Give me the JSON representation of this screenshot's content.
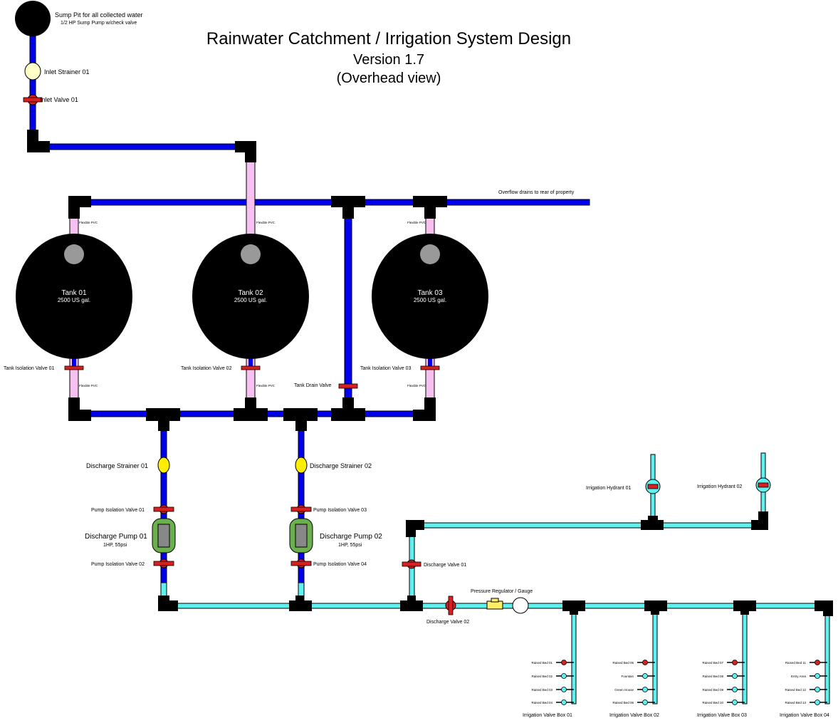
{
  "title": {
    "line1": "Rainwater Catchment / Irrigation System Design",
    "line2": "Version 1.7",
    "line3": "(Overhead view)"
  },
  "colors": {
    "supply_pipe": "#0000ee",
    "flexible_pvc": "#f6c0f0",
    "irrigation_pipe": "#5ff0f0",
    "valve": "#d92020",
    "fitting": "#000000",
    "tank": "#000000",
    "pump": "#6ab04c",
    "strainer": "#ffee00"
  },
  "sump": {
    "label": "Sump Pit for all collected water",
    "sublabel": "1/2 HP Sump Pump w/check valve"
  },
  "inlet_strainer": "Inlet Strainer 01",
  "inlet_valve": "Inlet Valve 01",
  "overflow_label": "Overflow drains to rear of property",
  "flex_pvc_label": "Flexible PVC",
  "tanks": [
    {
      "name": "Tank 01",
      "capacity": "2500 US gal.",
      "valve": "Tank Isolation Valve 01"
    },
    {
      "name": "Tank 02",
      "capacity": "2500 US gal.",
      "valve": "Tank Isolation Valve 02"
    },
    {
      "name": "Tank 03",
      "capacity": "2500 US gal.",
      "valve": "Tank Isolation Valve 03"
    }
  ],
  "tank_drain_valve": "Tank Drain Valve",
  "discharge_strainers": [
    "Discharge Strainer 01",
    "Discharge Strainer 02"
  ],
  "pump_isolation_valves": [
    "Pump Isolation Valve 01",
    "Pump Isolation Valve 02",
    "Pump Isolation Valve 03",
    "Pump Isolation Valve 04"
  ],
  "pumps": [
    {
      "name": "Discharge Pump 01",
      "spec": "1HP, 55psi"
    },
    {
      "name": "Discharge Pump 02",
      "spec": "1HP, 55psi"
    }
  ],
  "discharge_valves": [
    "Discharge Valve 01",
    "Discharge Valve 02"
  ],
  "pressure_regulator": "Pressure Regulator / Gauge",
  "hydrants": [
    "Irrigation Hydrant 01",
    "Irrigation Hydrant 02"
  ],
  "valve_boxes": [
    {
      "name": "Irrigation Valve Box 01",
      "outlets": [
        "Raised Bed 01",
        "Raised Bed 02",
        "Raised Bed 03",
        "Raised Bed 04"
      ]
    },
    {
      "name": "Irrigation Valve Box 02",
      "outlets": [
        "Raised Bed 05",
        "Fountain",
        "Green House",
        "Raised Bed 06"
      ]
    },
    {
      "name": "Irrigation Valve Box 03",
      "outlets": [
        "Raised Bed 07",
        "Raised Bed 08",
        "Raised Bed 09",
        "Raised Bed 10"
      ]
    },
    {
      "name": "Irrigation Valve Box 04",
      "outlets": [
        "Raised Bed 11",
        "Entry Area",
        "Raised Bed 12",
        "Raised Bed 13"
      ]
    }
  ]
}
